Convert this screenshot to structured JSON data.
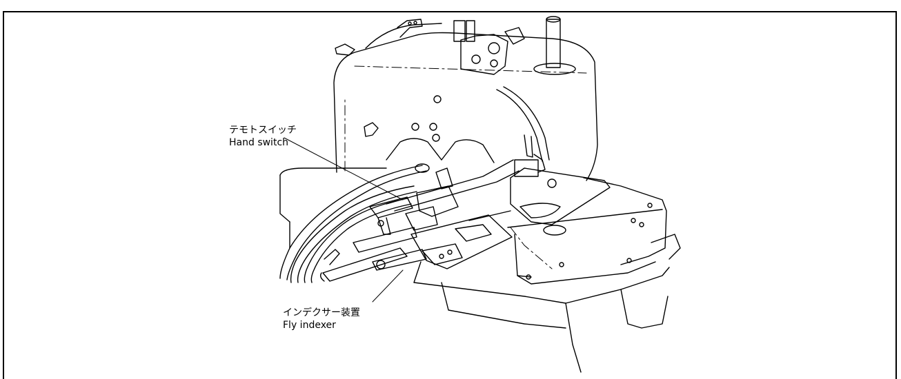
{
  "labels": {
    "hand_switch": {
      "jp": "テモトスイッチ",
      "en": "Hand switch"
    },
    "fly_indexer": {
      "jp": "インデクサー装置",
      "en": "Fly indexer"
    }
  }
}
